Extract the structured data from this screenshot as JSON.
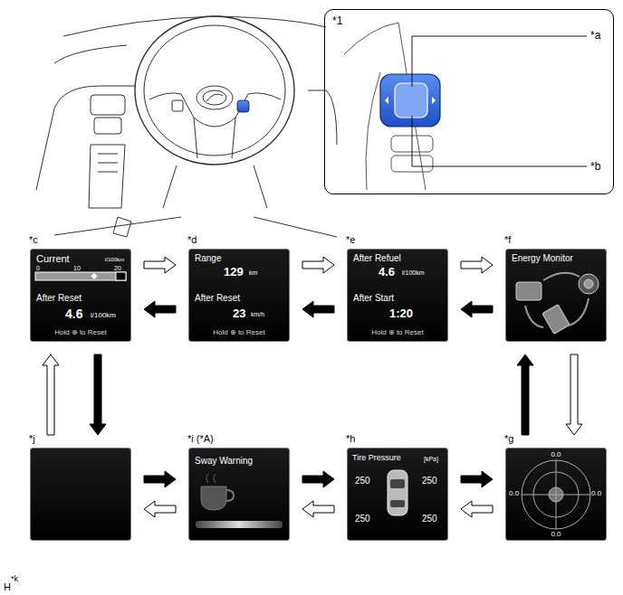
{
  "diagram": {
    "nodes": [
      {
        "text": [
          "*1"
        ]
      },
      {
        "text": [
          "*c",
          "Current",
          "l/100km",
          "0",
          "10",
          "20",
          "After Reset",
          "4.6",
          "l/100km",
          "Hold ⊕ to Reset"
        ]
      },
      {
        "text": [
          "*d",
          "Range",
          "129",
          "km",
          "After Reset",
          "23",
          "km/h",
          "Hold ⊕ to Reset"
        ]
      },
      {
        "text": [
          "*e",
          "After Refuel",
          "4.6",
          "l/100km",
          "After Start",
          "1:20",
          "Hold ⊕ to Reset"
        ]
      },
      {
        "text": [
          "*f",
          "Energy Monitor"
        ]
      },
      {
        "text": [
          "*j"
        ]
      },
      {
        "text": [
          "*i (*A)",
          "Sway Warning"
        ]
      },
      {
        "text": [
          "*h",
          "Tire Pressure",
          "[kPa]",
          "250",
          "250",
          "250",
          "250"
        ]
      },
      {
        "text": [
          "*g",
          "0.0",
          "0.0",
          "0.0",
          "0.0"
        ]
      }
    ],
    "edges": [
      {
        "from": 1,
        "to": 2,
        "arrow": "to"
      },
      {
        "from": 2,
        "to": 1,
        "arrow": "to"
      },
      {
        "from": 2,
        "to": 3,
        "arrow": "to"
      },
      {
        "from": 3,
        "to": 2,
        "arrow": "to"
      },
      {
        "from": 3,
        "to": 4,
        "arrow": "to"
      },
      {
        "from": 4,
        "to": 3,
        "arrow": "to"
      },
      {
        "from": 4,
        "to": 8,
        "arrow": "to"
      },
      {
        "from": 8,
        "to": 4,
        "arrow": "to"
      },
      {
        "from": 8,
        "to": 7,
        "arrow": "to"
      },
      {
        "from": 7,
        "to": 8,
        "arrow": "to"
      },
      {
        "from": 7,
        "to": 6,
        "arrow": "to"
      },
      {
        "from": 6,
        "to": 7,
        "arrow": "to"
      },
      {
        "from": 6,
        "to": 5,
        "arrow": "to"
      },
      {
        "from": 5,
        "to": 6,
        "arrow": "to"
      },
      {
        "from": 5,
        "to": 1,
        "arrow": "to"
      },
      {
        "from": 1,
        "to": 5,
        "arrow": "to"
      }
    ],
    "labels": [
      "*a",
      "*b",
      "H",
      "*k"
    ]
  }
}
